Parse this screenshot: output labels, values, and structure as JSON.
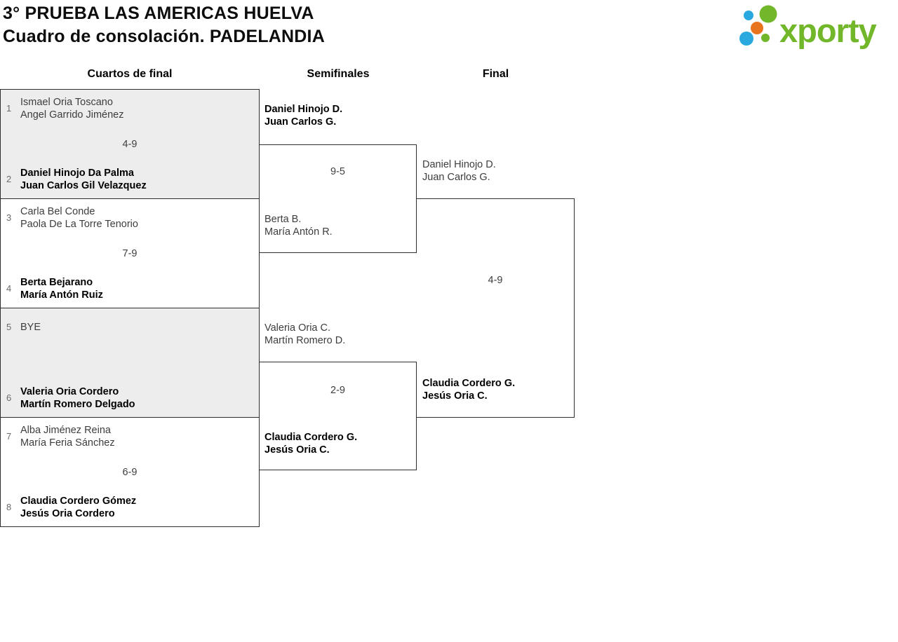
{
  "header": {
    "title_line1": "3° PRUEBA LAS AMERICAS HUELVA",
    "title_line2": "Cuadro de consolación. PADELANDIA",
    "logo": {
      "text": "xporty",
      "green": "#72b62a",
      "blue": "#2aa9e0",
      "orange": "#e8751d"
    }
  },
  "columns": {
    "quarterfinals": "Cuartos de final",
    "semifinals": "Semifinales",
    "final": "Final"
  },
  "bracket": {
    "quarterfinals": [
      {
        "seed1": "1",
        "team1": [
          "Ismael Oria Toscano",
          "Angel Garrido Jiménez"
        ],
        "team1_winner": false,
        "score": "4-9",
        "seed2": "2",
        "team2": [
          "Daniel Hinojo Da Palma",
          "Juan Carlos Gil Velazquez"
        ],
        "team2_winner": true
      },
      {
        "seed1": "3",
        "team1": [
          "Carla Bel Conde",
          "Paola De La Torre Tenorio"
        ],
        "team1_winner": false,
        "score": "7-9",
        "seed2": "4",
        "team2": [
          "Berta Bejarano",
          "María Antón Ruiz"
        ],
        "team2_winner": true
      },
      {
        "seed1": "5",
        "team1": [
          "BYE"
        ],
        "team1_winner": false,
        "score": "",
        "seed2": "6",
        "team2": [
          "Valeria Oria Cordero",
          "Martín Romero Delgado"
        ],
        "team2_winner": true
      },
      {
        "seed1": "7",
        "team1": [
          "Alba Jiménez Reina",
          "María Feria Sánchez"
        ],
        "team1_winner": false,
        "score": "6-9",
        "seed2": "8",
        "team2": [
          "Claudia Cordero Gómez",
          "Jesús Oria Cordero"
        ],
        "team2_winner": true
      }
    ],
    "semifinals": [
      {
        "team1": [
          "Daniel Hinojo D.",
          "Juan Carlos G."
        ],
        "team1_winner": true,
        "score": "9-5",
        "team2": [
          "Berta B.",
          "María Antón R."
        ],
        "team2_winner": false
      },
      {
        "team1": [
          "Valeria Oria C.",
          "Martín Romero D."
        ],
        "team1_winner": false,
        "score": "2-9",
        "team2": [
          "Claudia Cordero G.",
          "Jesús Oria C."
        ],
        "team2_winner": true
      }
    ],
    "final": {
      "team1": [
        "Daniel Hinojo D.",
        "Juan Carlos G."
      ],
      "team1_winner": false,
      "score": "4-9",
      "team2": [
        "Claudia Cordero G.",
        "Jesús Oria C."
      ],
      "team2_winner": true
    }
  }
}
